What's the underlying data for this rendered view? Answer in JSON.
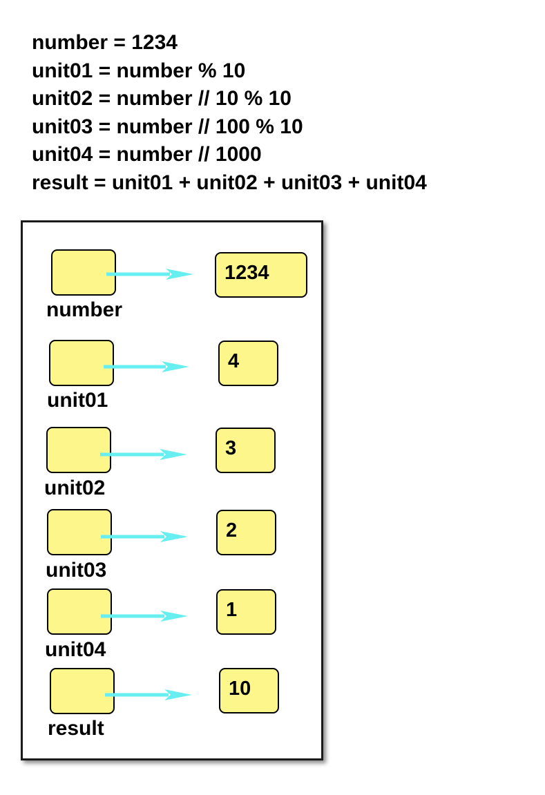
{
  "code_lines": [
    "number = 1234",
    "unit01 = number % 10",
    "unit02 = number // 10 % 10",
    "unit03 = number // 100 % 10",
    "unit04 = number // 1000",
    "result = unit01 + unit02 + unit03 + unit04"
  ],
  "variables": [
    {
      "name": "number",
      "value": "1234"
    },
    {
      "name": "unit01",
      "value": "4"
    },
    {
      "name": "unit02",
      "value": "3"
    },
    {
      "name": "unit03",
      "value": "2"
    },
    {
      "name": "unit04",
      "value": "1"
    },
    {
      "name": "result",
      "value": "10"
    }
  ],
  "colors": {
    "box_fill": "#fdf68a",
    "arrow": "#66eef0",
    "text": "#000000"
  }
}
